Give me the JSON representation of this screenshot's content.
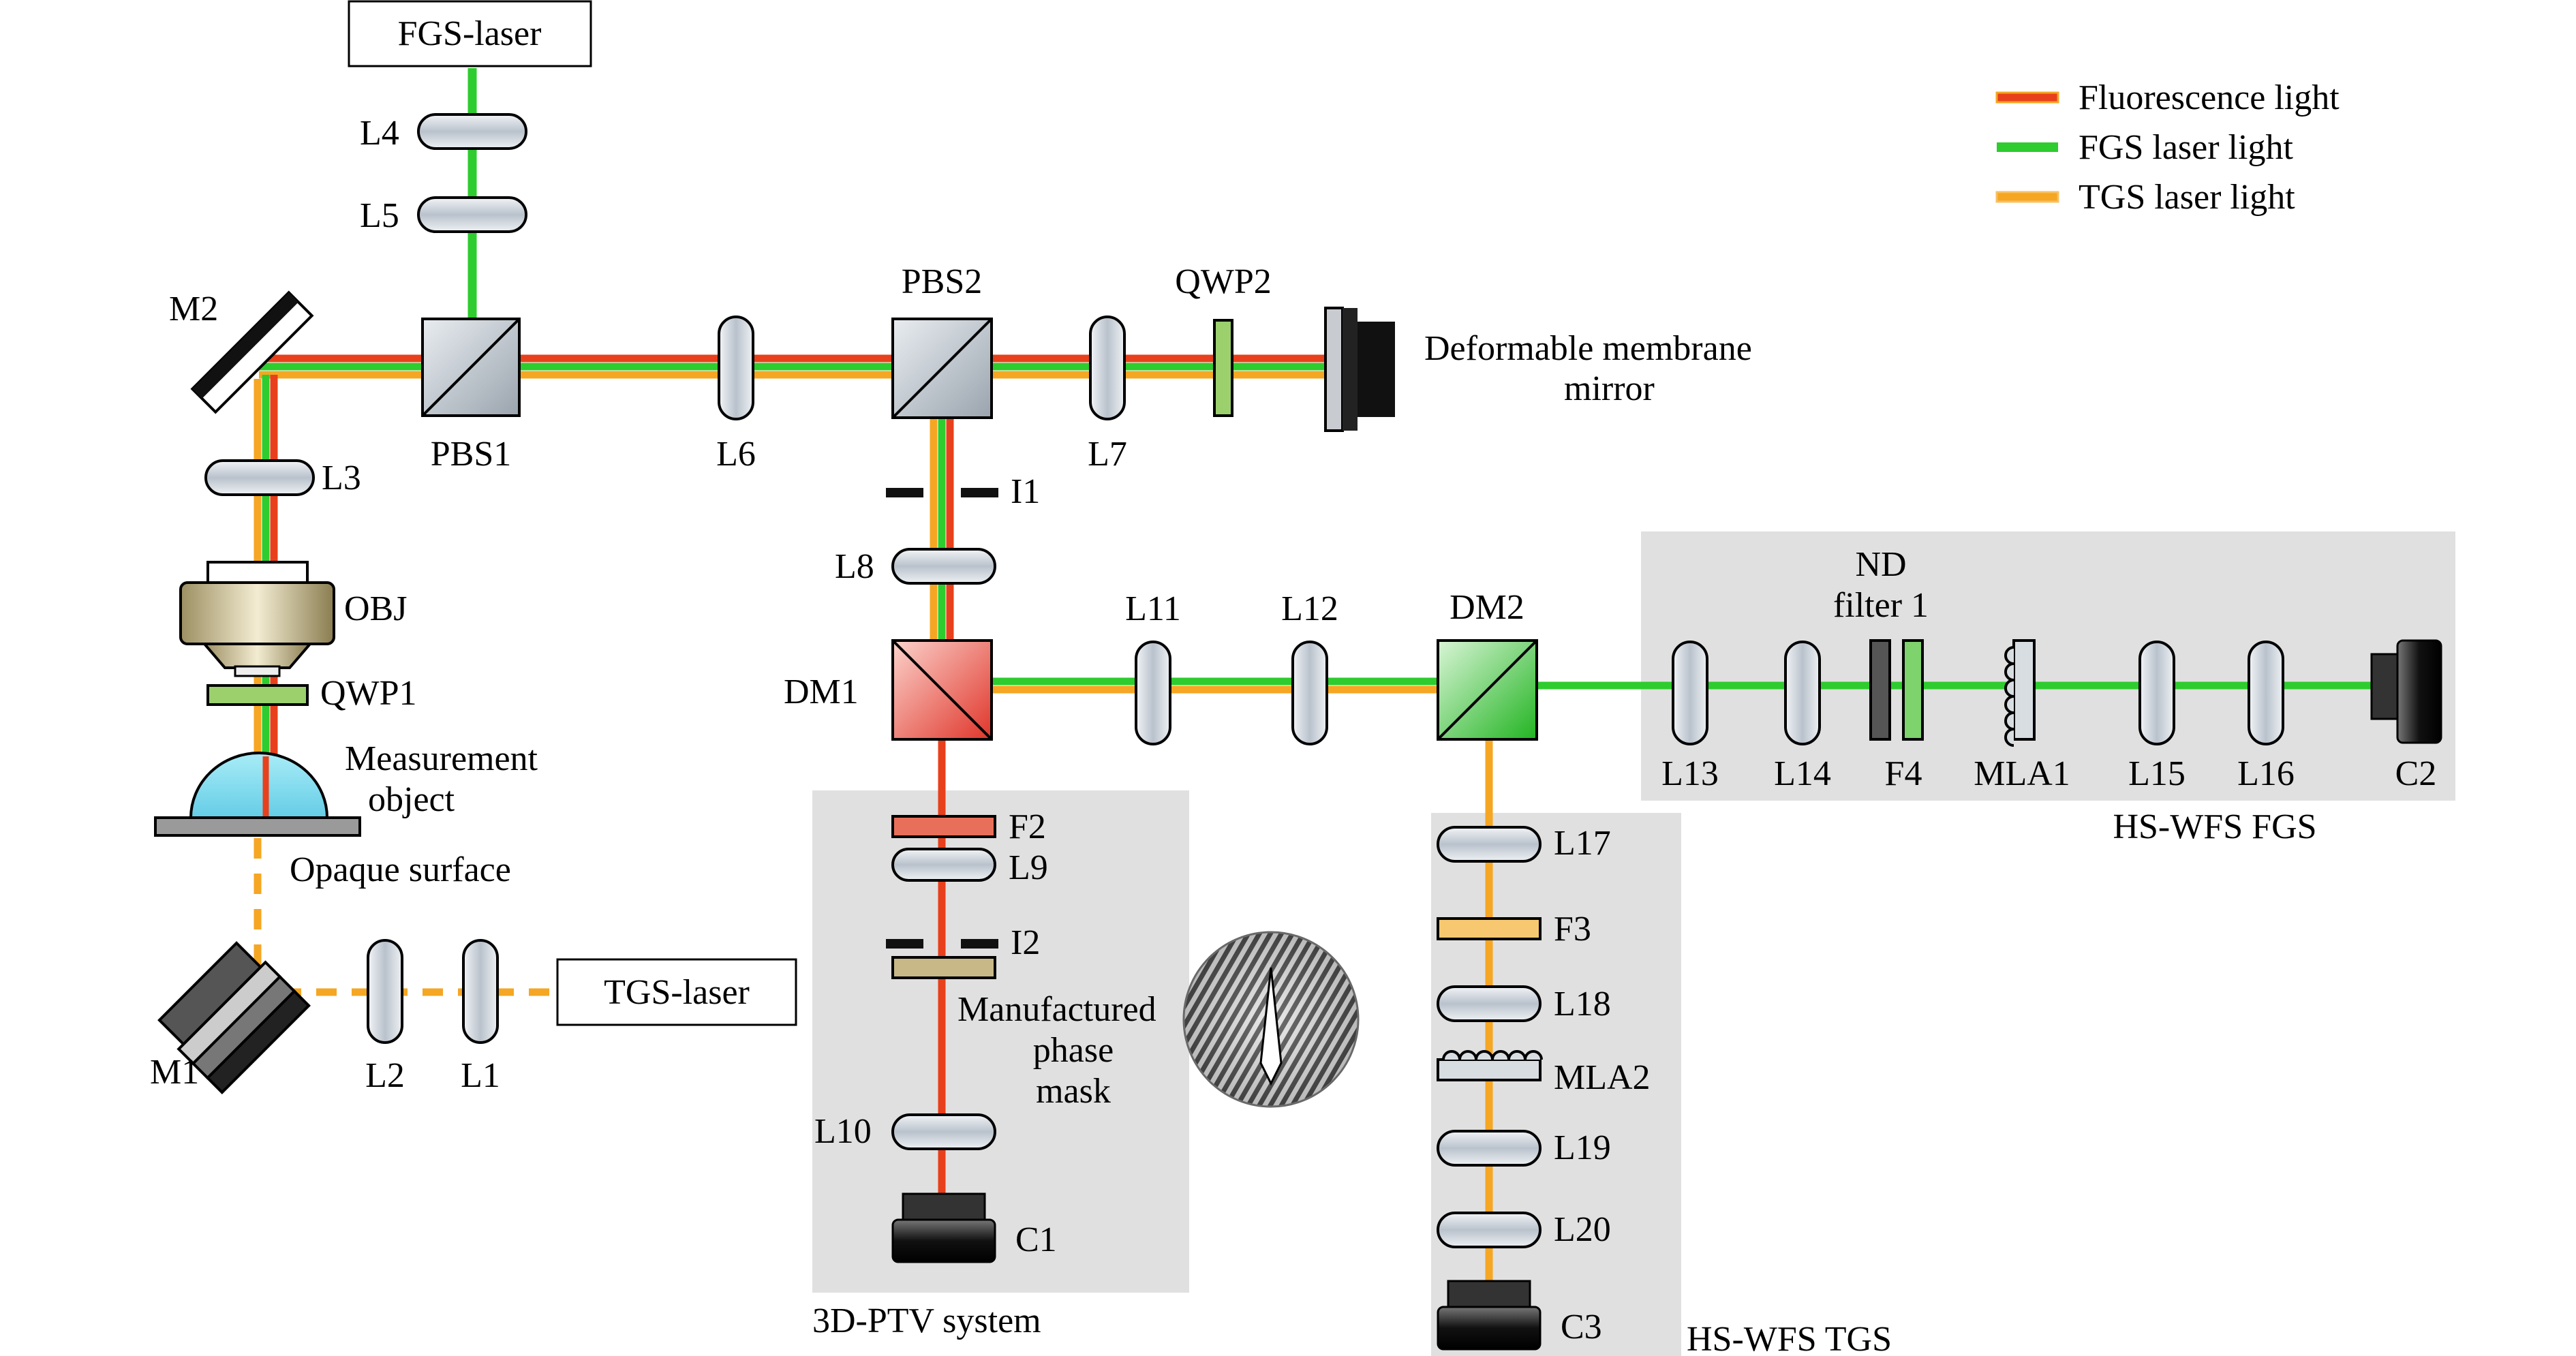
{
  "legend": {
    "fluorescence": "Fluorescence light",
    "fgs": "FGS laser light",
    "tgs": "TGS laser light"
  },
  "colors": {
    "fluorescence": "#e8401c",
    "fgs": "#2ecc2e",
    "tgs": "#f5a623",
    "panel": "#e0e0e0"
  },
  "labels": {
    "fgs_laser": "FGS-laser",
    "tgs_laser": "TGS-laser",
    "L1": "L1",
    "L2": "L2",
    "L3": "L3",
    "L4": "L4",
    "L5": "L5",
    "L6": "L6",
    "L7": "L7",
    "L8": "L8",
    "L9": "L9",
    "L10": "L10",
    "L11": "L11",
    "L12": "L12",
    "L13": "L13",
    "L14": "L14",
    "L15": "L15",
    "L16": "L16",
    "L17": "L17",
    "L18": "L18",
    "L19": "L19",
    "L20": "L20",
    "M1": "M1",
    "M2": "M2",
    "PBS1": "PBS1",
    "PBS2": "PBS2",
    "QWP1": "QWP1",
    "QWP2": "QWP2",
    "DM1": "DM1",
    "DM2": "DM2",
    "OBJ": "OBJ",
    "I1": "I1",
    "I2": "I2",
    "F2": "F2",
    "F3": "F3",
    "F4": "F4",
    "C1": "C1",
    "C2": "C2",
    "C3": "C3",
    "MLA1": "MLA1",
    "MLA2": "MLA2",
    "deformable_1": "Deformable membrane",
    "deformable_2": "mirror",
    "measurement_1": "Measurement",
    "measurement_2": "object",
    "opaque": "Opaque surface",
    "nd_1": "ND",
    "nd_2": "filter 1",
    "phase_1": "Manufactured",
    "phase_2": "phase",
    "phase_3": "mask",
    "ptv_system": "3D-PTV system",
    "hswfs_fgs": "HS-WFS FGS",
    "hswfs_tgs": "HS-WFS TGS"
  }
}
